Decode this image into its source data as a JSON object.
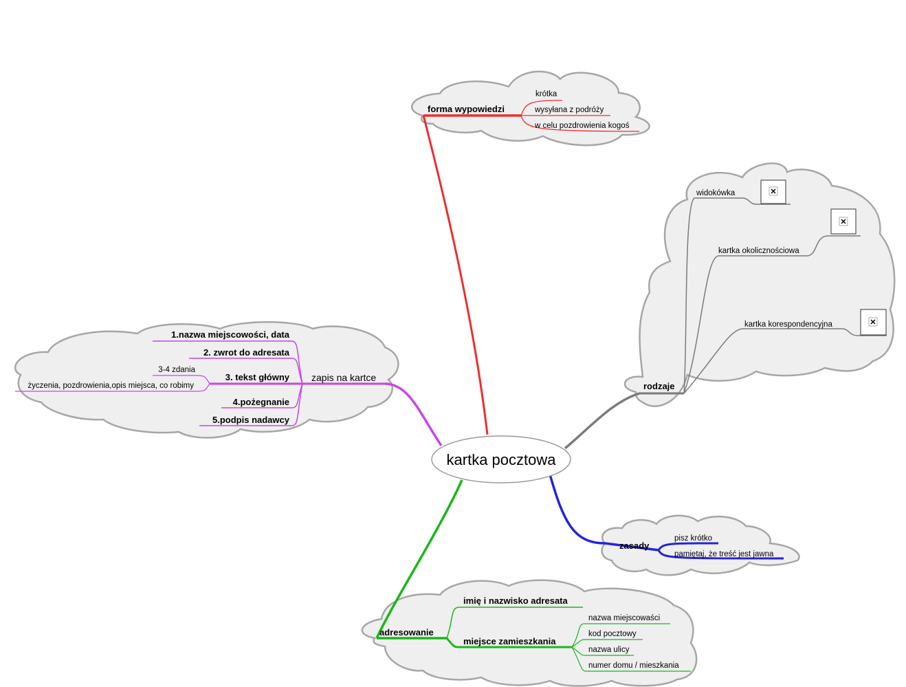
{
  "center": "kartka pocztowa",
  "colors": {
    "red": "#ee2d2d",
    "gray": "#7a7a7a",
    "blue": "#2323dc",
    "green": "#18b818",
    "magenta": "#c746e8",
    "cloud_fill": "#efefef",
    "cloud_stroke": "#a6a6a6"
  },
  "branches": {
    "forma": {
      "label": "forma wypowiedzi",
      "items": [
        "krótka",
        "wysyłana z podróży",
        "w celu pozdrowienia kogoś"
      ]
    },
    "rodzaje": {
      "label": "rodzaje",
      "items": [
        "widokówka",
        "kartka okolicznościowa",
        "kartka korespondencyjna"
      ],
      "image_icon": "broken-image-icon"
    },
    "zasady": {
      "label": "zasady",
      "items": [
        "pisz krótko",
        "pamiętaj, że treść jest jawna"
      ]
    },
    "adresowanie": {
      "label": "adresowanie",
      "items": [
        "imię i nazwisko adresata",
        "miejsce zamieszkania"
      ],
      "miejsce_items": [
        "nazwa miejscowaści",
        "kod pocztowy",
        "nazwa ulicy",
        "numer domu / mieszkania"
      ]
    },
    "zapis": {
      "label": "zapis na kartce",
      "items": [
        "1.nazwa miejscowości, data",
        "2. zwrot do adresata",
        "3. tekst główny",
        "4.pożegnanie",
        "5.podpis nadawcy"
      ],
      "tekst_items": [
        "3-4 zdania",
        "życzenia, pozdrowienia,opis miejsca, co robimy"
      ]
    }
  }
}
